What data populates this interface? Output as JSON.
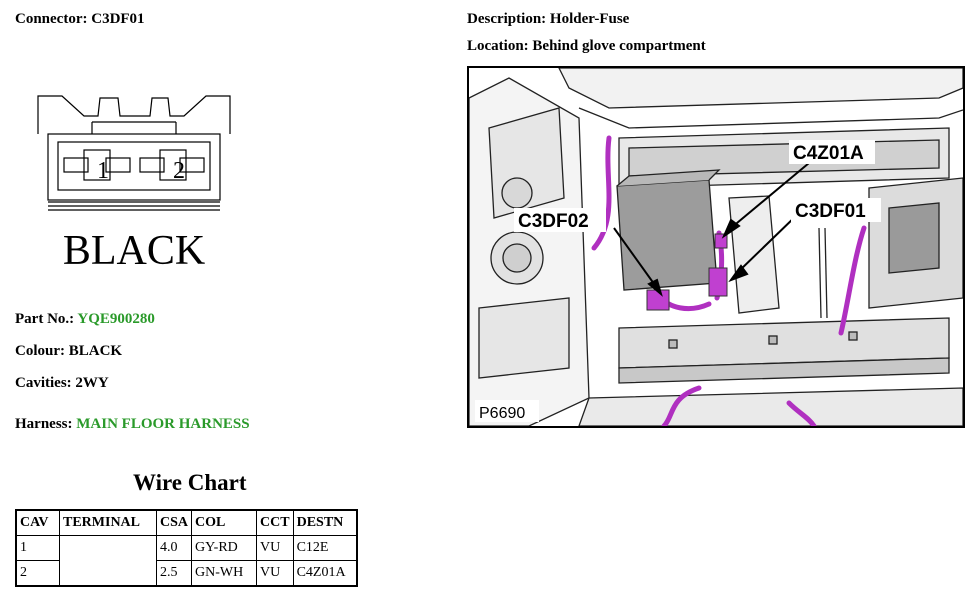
{
  "connector": {
    "label": "Connector:",
    "value": "C3DF01"
  },
  "description": {
    "label": "Description:",
    "value": "Holder-Fuse"
  },
  "location": {
    "label": "Location:",
    "value": "Behind glove compartment"
  },
  "drawing": {
    "cavity_1": "1",
    "cavity_2": "2",
    "colour_text": "BLACK"
  },
  "part_no": {
    "label": "Part No.:",
    "value": "YQE900280"
  },
  "colour": {
    "label": "Colour:",
    "value": "BLACK"
  },
  "cavities": {
    "label": "Cavities:",
    "value": "2WY"
  },
  "harness": {
    "label": "Harness:",
    "value": "MAIN FLOOR HARNESS"
  },
  "photo": {
    "callout_c4z01a": "C4Z01A",
    "callout_c3df02": "C3DF02",
    "callout_c3df01": "C3DF01",
    "ref": "P6690",
    "wire_color": "#b030c0"
  },
  "wire_chart": {
    "title": "Wire Chart",
    "headers": [
      "CAV",
      "TERMINAL",
      "CSA",
      "COL",
      "CCT",
      "DESTN"
    ],
    "rows": [
      {
        "cav": "1",
        "terminal": "",
        "csa": "4.0",
        "col": "GY-RD",
        "cct": "VU",
        "destn": "C12E"
      },
      {
        "cav": "2",
        "terminal": "",
        "csa": "2.5",
        "col": "GN-WH",
        "cct": "VU",
        "destn": "C4Z01A"
      }
    ]
  },
  "colors": {
    "link_green": "#2a9a2a"
  }
}
